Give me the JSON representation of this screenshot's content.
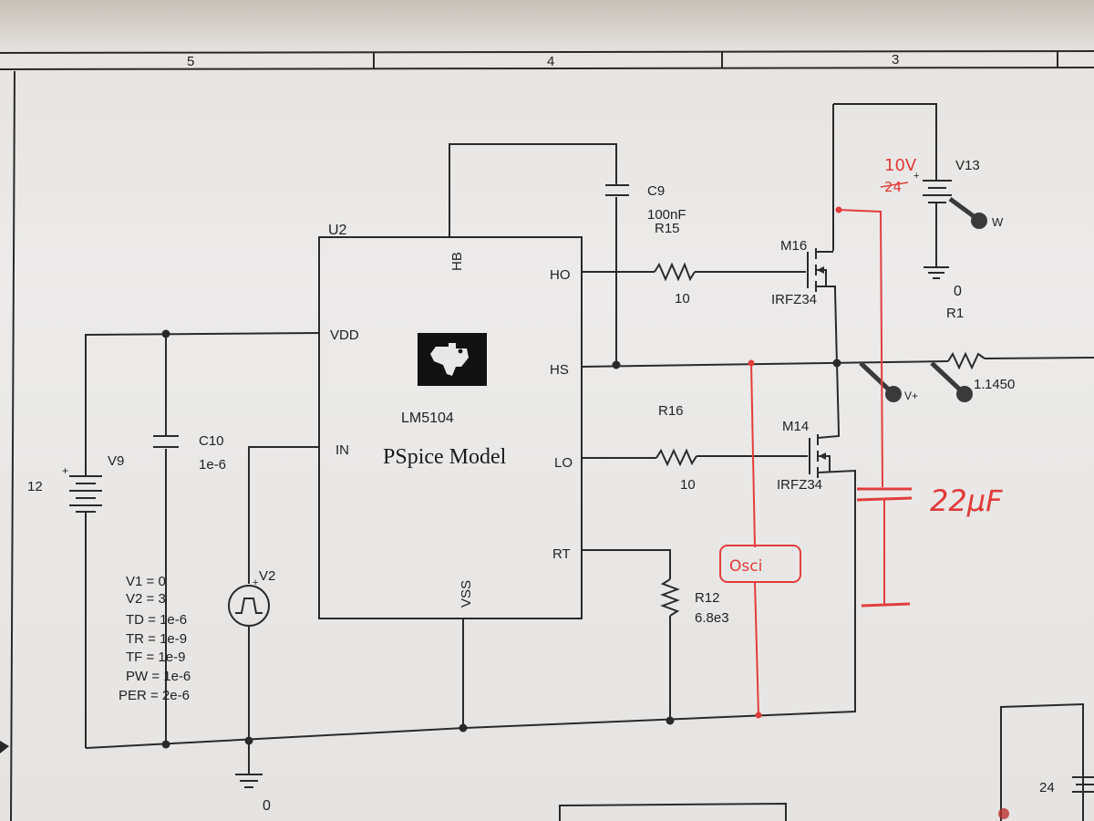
{
  "border_zones": [
    "5",
    "4",
    "3"
  ],
  "ic": {
    "ref": "U2",
    "part": "LM5104",
    "model": "PSpice Model",
    "pins": [
      "HB",
      "HO",
      "HS",
      "VDD",
      "IN",
      "LO",
      "RT",
      "VSS"
    ]
  },
  "components": {
    "c9": {
      "ref": "C9",
      "value": "100nF"
    },
    "r15": {
      "ref": "R15",
      "value": "10"
    },
    "r16": {
      "ref": "R16",
      "value": "10"
    },
    "m16": {
      "ref": "M16",
      "part": "IRFZ34"
    },
    "m14": {
      "ref": "M14",
      "part": "IRFZ34"
    },
    "v13": {
      "ref": "V13"
    },
    "r1": {
      "ref": "R1",
      "value": "1450",
      "prefix": "1."
    },
    "c10": {
      "ref": "C10",
      "value": "1e-6"
    },
    "v9": {
      "ref": "V9",
      "value": "12"
    },
    "v2": {
      "ref": "V2",
      "params": [
        "V1 = 0",
        "V2 = 3",
        "TD = 1e-6",
        "TR = 1e-9",
        "TF = 1e-9",
        "PW = 1e-6",
        "PER = 2e-6"
      ]
    },
    "r12": {
      "ref": "R12",
      "value": "6.8e3"
    },
    "v24": {
      "value": "24"
    }
  },
  "markers": {
    "power": "W",
    "voltage": "V+"
  },
  "ground_labels": [
    "0",
    "0"
  ],
  "annotations": {
    "v13_new": "10V",
    "v13_old": "24",
    "cap": "22µF",
    "scope": "Osci"
  },
  "colors": {
    "ink": "#2a2a2a",
    "pen": "#e23d3d",
    "paper": "#ecebea"
  }
}
